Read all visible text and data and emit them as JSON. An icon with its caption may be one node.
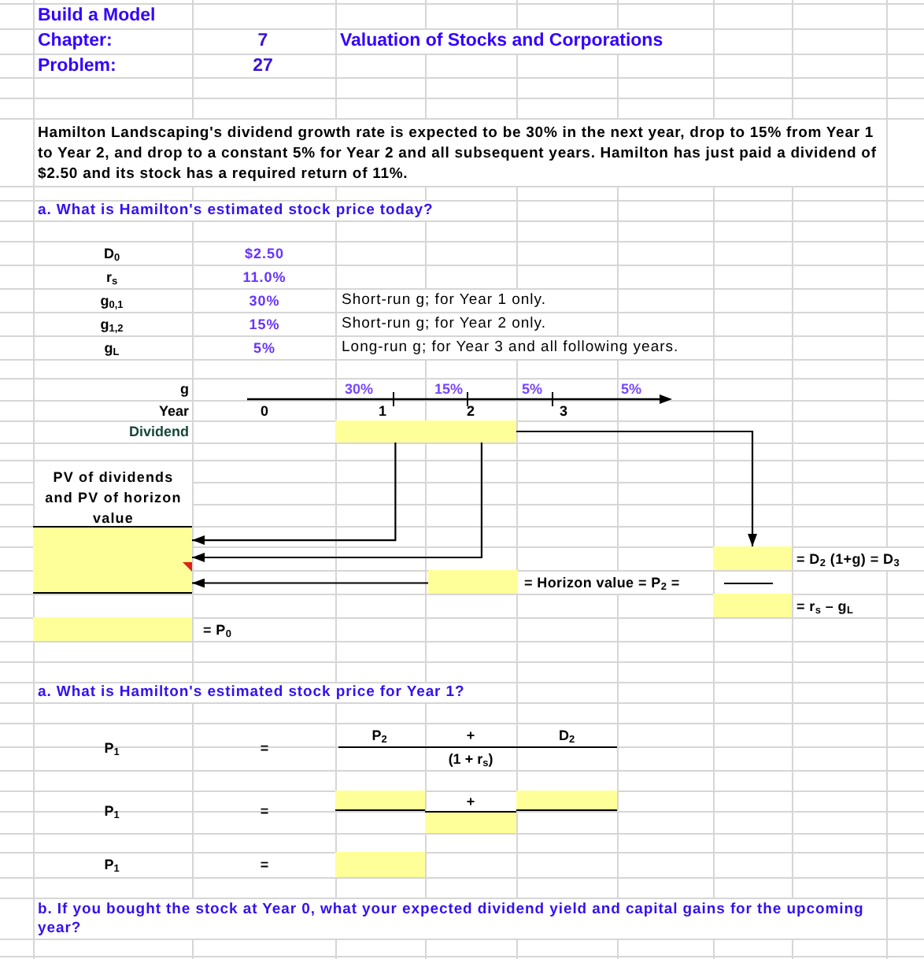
{
  "diagram": {
    "title": "Build a Model",
    "nodes": [
      {
        "text": [],
        "shape": "box"
      },
      {
        "text": [],
        "shape": "box"
      },
      {
        "text": [
          "PV of dividends and PV of horizon value"
        ]
      },
      {
        "text": [],
        "shape": "box",
        "beside": [
          "= D$_{2}$ (1+g) = D$_{3}$"
        ]
      },
      {
        "text": [],
        "shape": "box",
        "beside": [
          "= Horizon value = P$_{2}$ ="
        ]
      },
      {
        "text": [],
        "shape": "box",
        "beside": [
          "= r$_{s}$ – g$_{L}$"
        ]
      },
      {
        "text": [],
        "shape": "box",
        "beside": [
          "= P$_{0}$"
        ]
      },
      {
        "text": [],
        "shape": "box"
      },
      {
        "text": [],
        "shape": "box"
      },
      {
        "text": [],
        "shape": "box"
      },
      {
        "text": [],
        "shape": "box"
      }
    ],
    "edges": [
      {
        "from": 0,
        "to": 2,
        "arrow": "to"
      },
      {
        "from": 1,
        "to": 2,
        "arrow": "to"
      },
      {
        "from": 1,
        "to": 3,
        "arrow": "to"
      },
      {
        "from": 4,
        "to": 2,
        "arrow": "to"
      }
    ],
    "labels": [
      "Chapter:",
      "7",
      "Valuation of Stocks and Corporations",
      "Problem:",
      "27",
      "Hamilton Landscaping's dividend growth rate is expected to be 30% in the next year, drop to 15% from Year 1 to Year 2, and drop to a constant 5% for Year 2 and all subsequent years. Hamilton has just paid a dividend of $2.50 and its stock has a required return of 11%.",
      "a. What is Hamilton's estimated stock price today?",
      "D$_{0}$",
      "$2.50",
      "r$_{s}$",
      "11.0%",
      "g$_{0,1}$",
      "30%",
      "Short-run g; for Year 1 only.",
      "g$_{1,2}$",
      "15%",
      "Short-run g; for Year 2 only.",
      "g$_{L}$",
      "5%",
      "Long-run g; for Year 3 and all following years.",
      "g",
      "30%",
      "15%",
      "5%",
      "5%",
      "Year",
      "0",
      "1",
      "2",
      "3",
      "Dividend",
      "a. What is Hamilton's estimated stock price for Year 1?",
      "P$_{1}$",
      "=",
      "P$_{2}$",
      "+",
      "D$_{2}$",
      "(1 + r$_{s}$)",
      "P$_{1}$",
      "=",
      "+",
      "P$_{1}$",
      "=",
      "b. If you bought the stock at Year 0, what your expected dividend yield and capital gains for the upcoming year?"
    ]
  }
}
